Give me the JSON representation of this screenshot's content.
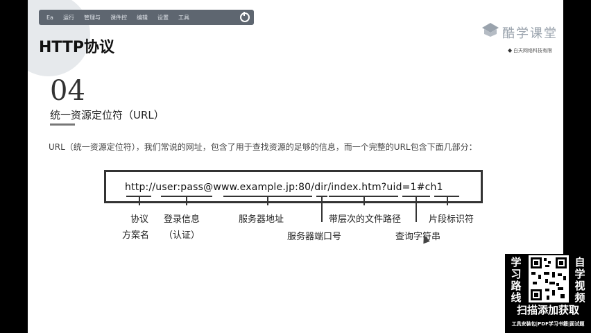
{
  "toolbar": {
    "items": [
      "Ea",
      "运行",
      "管理与",
      "课件控",
      "编辑",
      "设置",
      "工具"
    ]
  },
  "slide": {
    "title": "HTTP协议",
    "logo_name": "酷学课堂",
    "logo_sub": "白天网络科技有限",
    "section_number": "04",
    "section_title": "统一资源定位符（URL）",
    "description": "URL（统一资源定位符），我们常说的网址，包含了用于查找资源的足够的信息，而一个完整的URL包含下面几部分："
  },
  "url_diagram": {
    "url": "http://user:pass@www.example.jp:80/dir/index.htm?uid=1#ch1",
    "labels": {
      "scheme_line1": "协议",
      "scheme_line2": "方案名",
      "login_line1": "登录信息",
      "login_line2": "（认证）",
      "server": "服务器地址",
      "port": "服务器端口号",
      "path": "带层次的文件路径",
      "query": "查询字符串",
      "fragment": "片段标识符"
    }
  },
  "promo": {
    "left_col": [
      "学",
      "习",
      "路",
      "线"
    ],
    "right_col": [
      "自",
      "学",
      "视",
      "频"
    ],
    "cta": "扫描添加获取",
    "sub": "工具安装包|PDF学习书籍|面试题"
  }
}
